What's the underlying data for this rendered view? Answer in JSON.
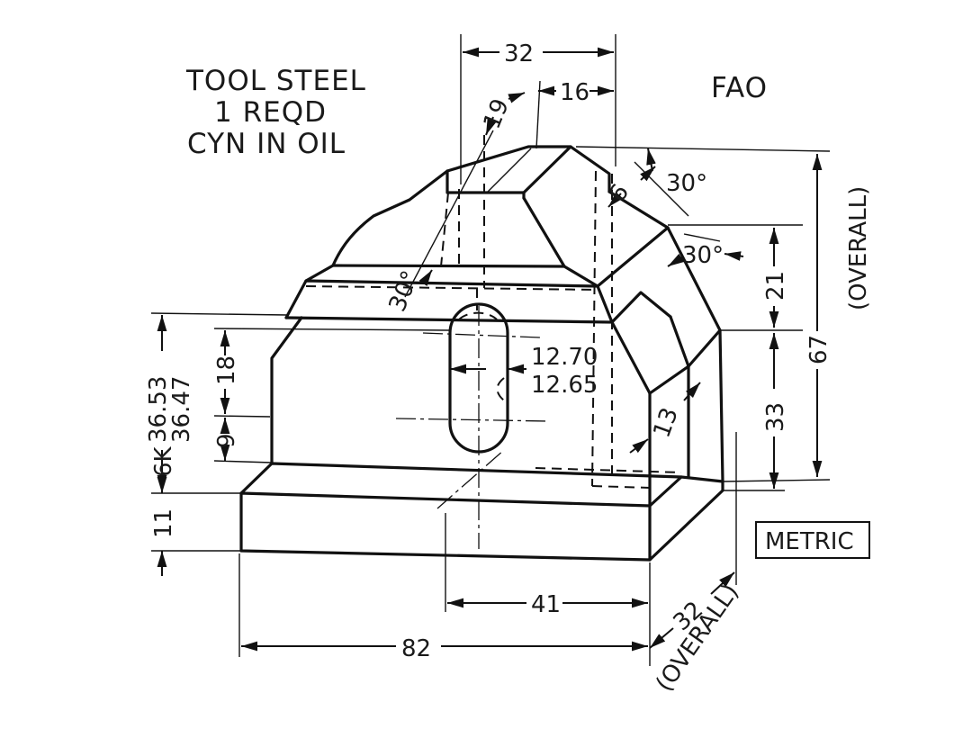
{
  "notes": {
    "material": "TOOL STEEL",
    "quantity": "1 REQD",
    "treatment": "CYN IN OIL",
    "finish": "FAO"
  },
  "units_label": "METRIC",
  "dimensions": {
    "d32_top": "32",
    "d16": "16",
    "d19": "19",
    "d6": "6",
    "a30_upper": "30°",
    "a30_right": "30°",
    "a30_left": "30°",
    "d21": "21",
    "d67": "67",
    "overall_vertical": "(OVERALL)",
    "d33": "33",
    "d13": "13",
    "slot_upper": "12.70",
    "slot_lower": "12.65",
    "d18": "18",
    "d9": "9",
    "d6k": "6K",
    "tol_upper": "36.53",
    "tol_lower": "36.47",
    "d11": "11",
    "d41": "41",
    "d82": "82",
    "d32_depth": "32",
    "overall_depth": "(OVERALL)"
  }
}
